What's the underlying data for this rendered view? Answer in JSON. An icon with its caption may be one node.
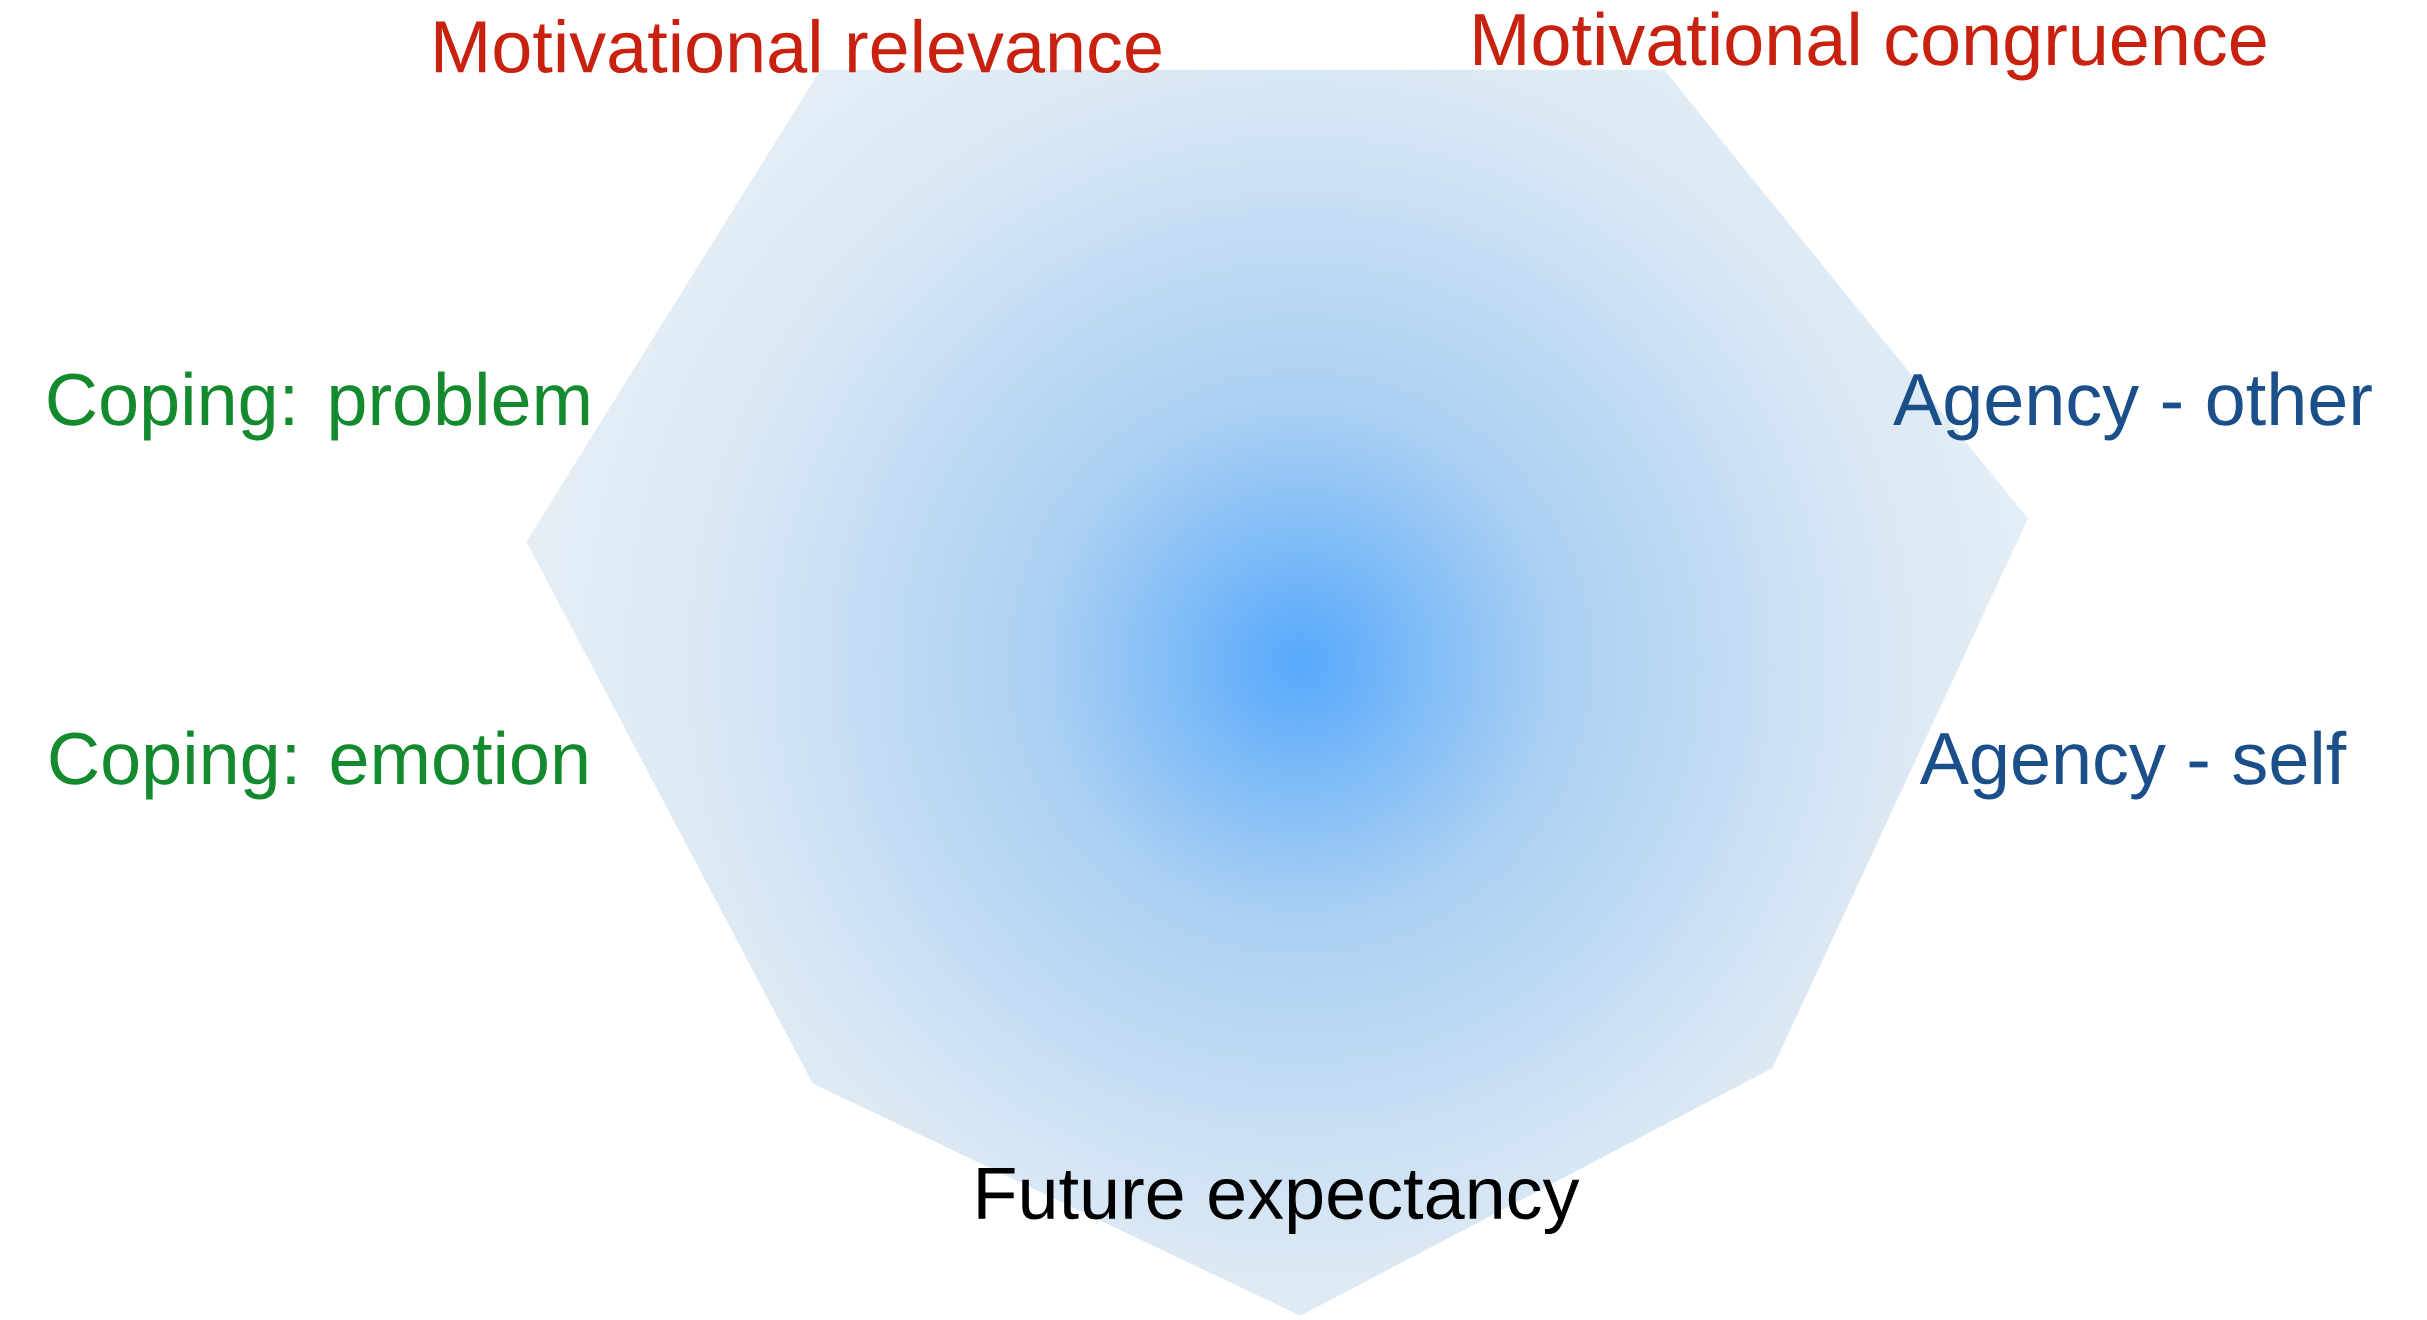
{
  "diagram": {
    "labels": [
      "Motivational relevance",
      "Motivational congruence",
      "Coping: problem",
      "Agency - other",
      "Coping: emotion",
      "Agency - self",
      "Future expectancy"
    ]
  }
}
